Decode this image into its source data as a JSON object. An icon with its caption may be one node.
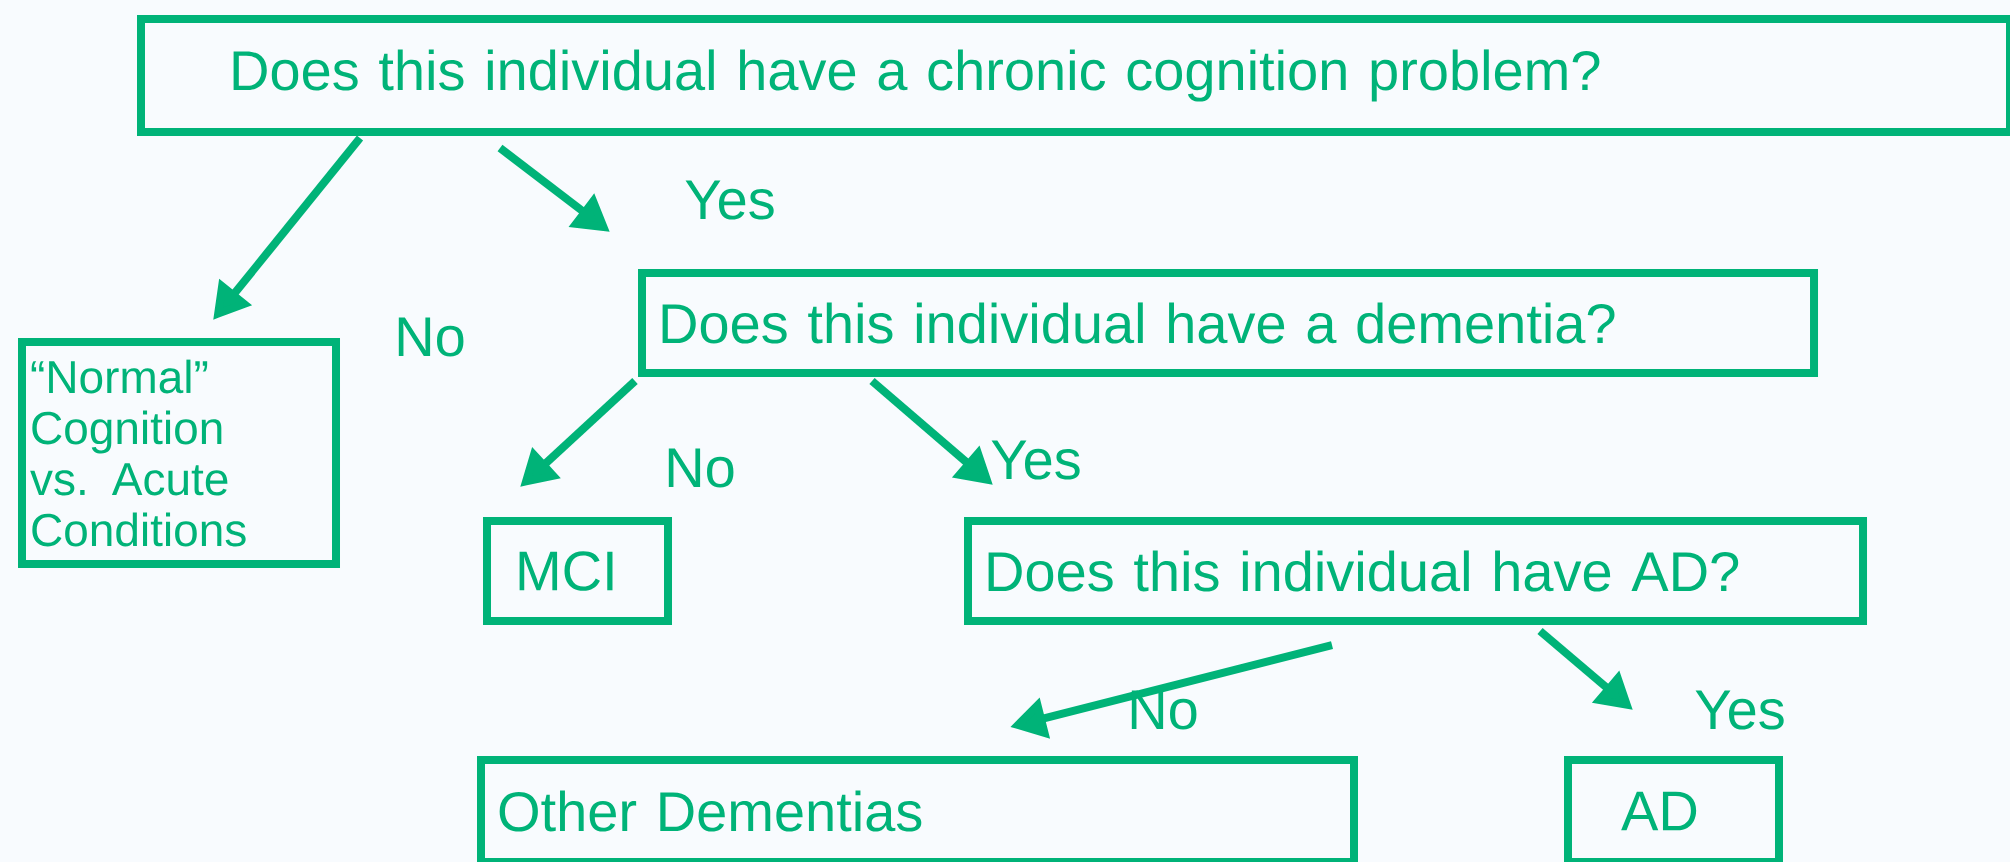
{
  "diagram": {
    "nodes": [
      {
        "text": [
          "Does this individual have a chronic cognition problem?"
        ]
      },
      {
        "text": [
          "“Normal” Cognition vs. Acute Conditions"
        ]
      },
      {
        "text": [
          "Does this individual have a dementia?"
        ]
      },
      {
        "text": [
          "MCI"
        ]
      },
      {
        "text": [
          "Does this individual have AD?"
        ]
      },
      {
        "text": [
          "Other Dementias"
        ]
      },
      {
        "text": [
          "AD"
        ]
      }
    ],
    "edges": [
      {
        "from": 0,
        "to": 1,
        "arrow": "to",
        "label": "No"
      },
      {
        "from": 0,
        "to": 2,
        "arrow": "to",
        "label": "Yes"
      },
      {
        "from": 2,
        "to": 3,
        "arrow": "to",
        "label": "No"
      },
      {
        "from": 2,
        "to": 4,
        "arrow": "to",
        "label": "Yes"
      },
      {
        "from": 4,
        "to": 5,
        "arrow": "to",
        "label": "No"
      },
      {
        "from": 4,
        "to": 6,
        "arrow": "to",
        "label": "Yes"
      }
    ]
  }
}
